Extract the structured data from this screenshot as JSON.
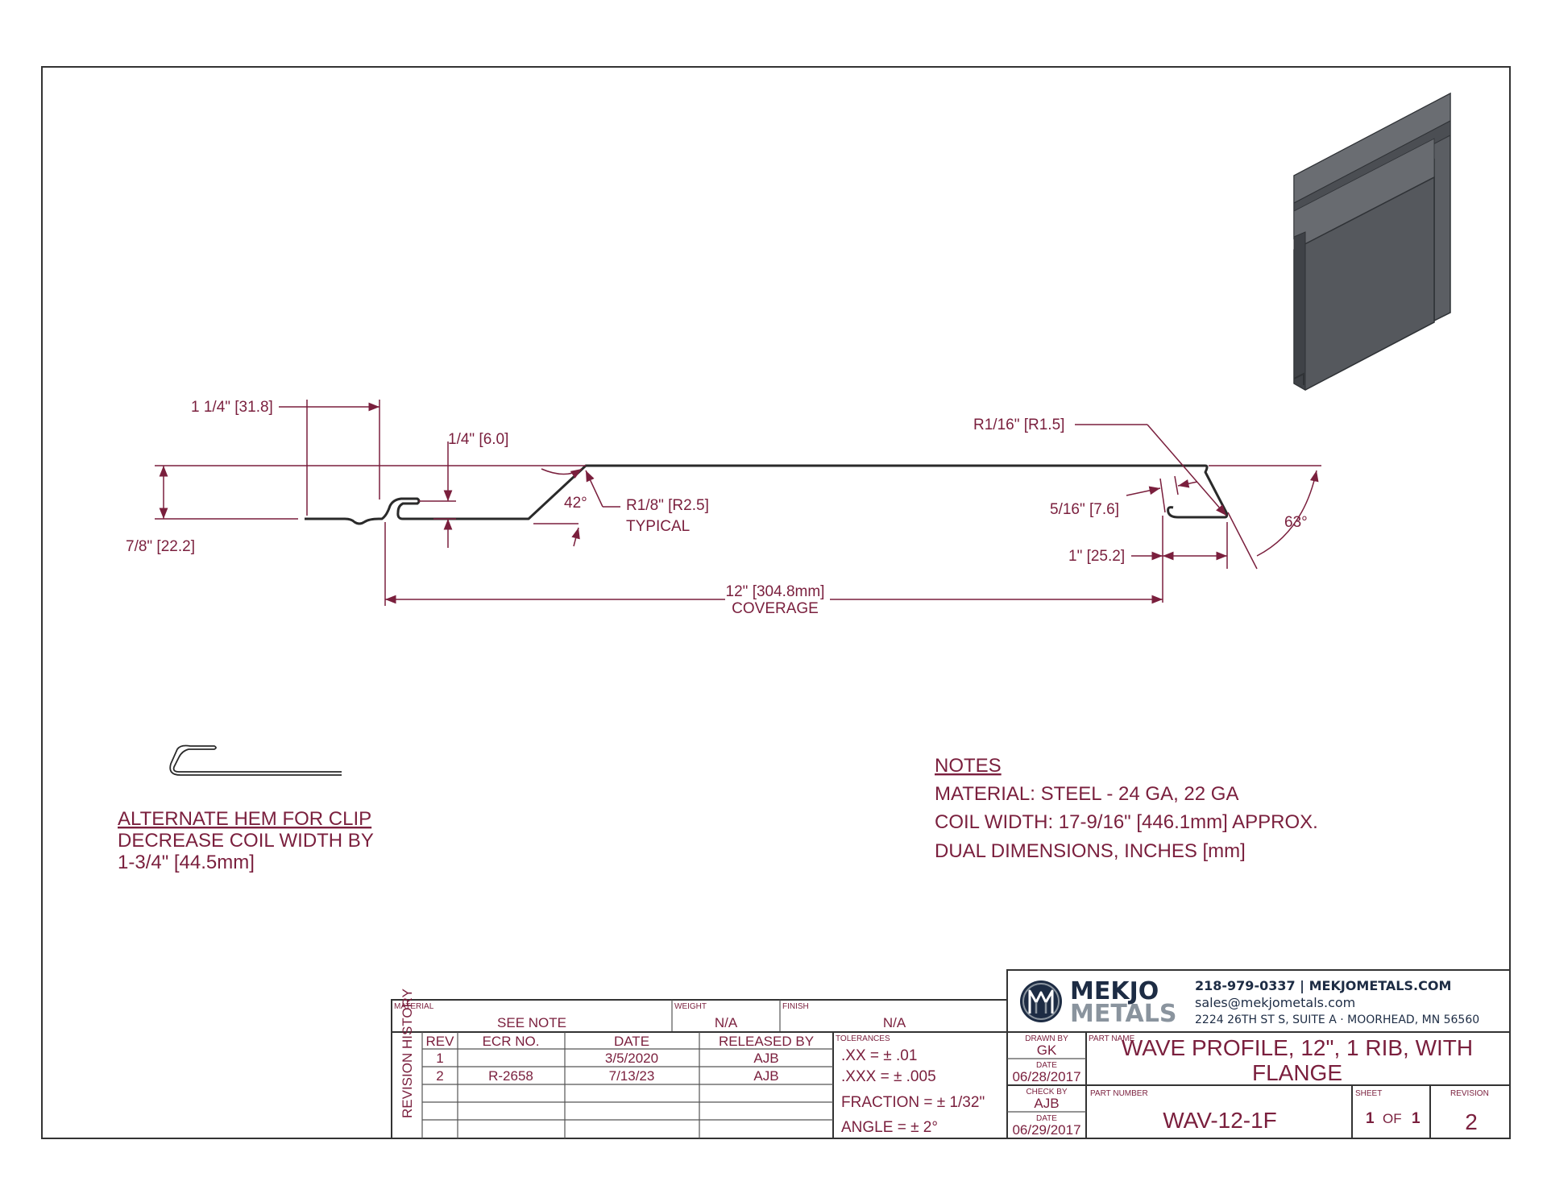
{
  "dimensions": {
    "width_top": "1 1/4\" [31.8]",
    "hem_height": "1/4\" [6.0]",
    "height": "7/8\" [22.2]",
    "angle_left": "42°",
    "radius_typ_line1": "R1/8\" [R2.5]",
    "radius_typ_line2": "TYPICAL",
    "radius_right": "R1/16\" [R1.5]",
    "gap": "5/16\" [7.6]",
    "flange_width": "1\" [25.2]",
    "angle_right": "63°",
    "coverage_line1": "12\" [304.8mm]",
    "coverage_line2": "COVERAGE"
  },
  "alt_hem": {
    "title": "ALTERNATE HEM FOR CLIP",
    "line1": "DECREASE COIL WIDTH BY",
    "line2": "1-3/4\" [44.5mm]"
  },
  "notes": {
    "title": "NOTES",
    "lines": [
      "MATERIAL:  STEEL - 24 GA, 22 GA",
      "COIL WIDTH:  17-9/16\" [446.1mm] APPROX.",
      "DUAL DIMENSIONS, INCHES [mm]"
    ]
  },
  "title_block": {
    "material_label": "MATERIAL",
    "material_value": "SEE NOTE",
    "weight_label": "WEIGHT",
    "weight_value": "N/A",
    "finish_label": "FINISH",
    "finish_value": "N/A",
    "revision_history_label": "REVISION HISTORY",
    "rev_headers": [
      "REV",
      "ECR NO.",
      "DATE",
      "RELEASED BY"
    ],
    "rev_rows": [
      {
        "rev": "1",
        "ecr": "",
        "date": "3/5/2020",
        "by": "AJB"
      },
      {
        "rev": "2",
        "ecr": "R-2658",
        "date": "7/13/23",
        "by": "AJB"
      }
    ],
    "tolerances_label": "TOLERANCES",
    "tol_xx": ".XX = ± .01",
    "tol_xxx": ".XXX = ± .005",
    "tol_fraction": "FRACTION = ± 1/32\"",
    "tol_angle": "ANGLE = ± 2°",
    "drawn_by_label": "DRAWN BY",
    "drawn_by": "GK",
    "date_label": "DATE",
    "drawn_date": "06/28/2017",
    "check_by_label": "CHECK BY",
    "check_by": "AJB",
    "check_date": "06/29/2017",
    "part_name_label": "PART NAME",
    "part_name_line1": "WAVE PROFILE, 12\", 1 RIB, WITH",
    "part_name_line2": "FLANGE",
    "part_number_label": "PART NUMBER",
    "part_number": "WAV-12-1F",
    "sheet_label": "SHEET",
    "sheet_num": "1",
    "sheet_of": "OF",
    "sheet_total": "1",
    "revision_label": "REVISION",
    "revision": "2"
  },
  "company": {
    "name_line1": "MEKJO",
    "name_line2": "METALS",
    "phone_web": "218-979-0337 | MEKJOMETALS.COM",
    "email": "sales@mekjometals.com",
    "address": "2224 26TH ST S, SUITE A · MOORHEAD, MN 56560"
  },
  "colors": {
    "dimension": "#7a1f3d",
    "profile": "#2a2a2a",
    "brand_dark": "#1d2c44",
    "brand_gray": "#8a949e"
  }
}
